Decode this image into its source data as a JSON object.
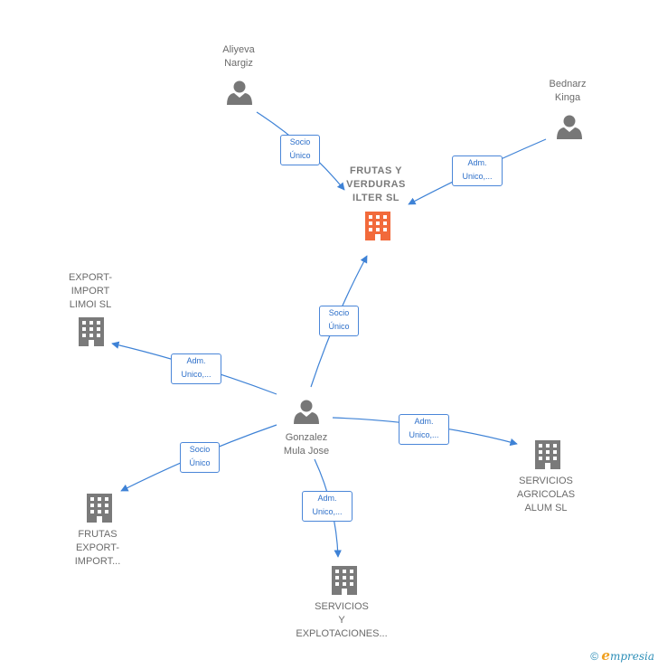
{
  "colors": {
    "edge": "#3e82d6",
    "person": "#777777",
    "company": "#7a7a7a",
    "highlight": "#f26a3b"
  },
  "nodes": {
    "aliyeva": {
      "label": "Aliyeva\nNargiz",
      "icon": "person-icon"
    },
    "bednarz": {
      "label": "Bednarz\nKinga",
      "icon": "person-icon"
    },
    "frutas_verduras": {
      "label": "FRUTAS Y\nVERDURAS\nILTER SL",
      "icon": "building-icon"
    },
    "export_import_limoi": {
      "label": "EXPORT-\nIMPORT\nLIMOI SL",
      "icon": "building-icon"
    },
    "gonzalez": {
      "label": "Gonzalez\nMula Jose",
      "icon": "person-icon"
    },
    "servicios_agricolas": {
      "label": "SERVICIOS\nAGRICOLAS\nALUM SL",
      "icon": "building-icon"
    },
    "frutas_export": {
      "label": "FRUTAS\nEXPORT-\nIMPORT...",
      "icon": "building-icon"
    },
    "servicios_explotaciones": {
      "label": "SERVICIOS\nY\nEXPLOTACIONES...",
      "icon": "building-icon"
    }
  },
  "edges": {
    "aliyeva_frutas": "Socio\nÚnico",
    "bednarz_frutas": "Adm.\nUnico,...",
    "gonzalez_frutas": "Socio\nÚnico",
    "gonzalez_limoi": "Adm.\nUnico,...",
    "gonzalez_agricolas": "Adm.\nUnico,...",
    "gonzalez_frutas_export": "Socio\nÚnico",
    "gonzalez_explotaciones": "Adm.\nUnico,..."
  },
  "footer": {
    "copyright": "©",
    "brand_initial": "e",
    "brand_rest": "mpresia"
  }
}
